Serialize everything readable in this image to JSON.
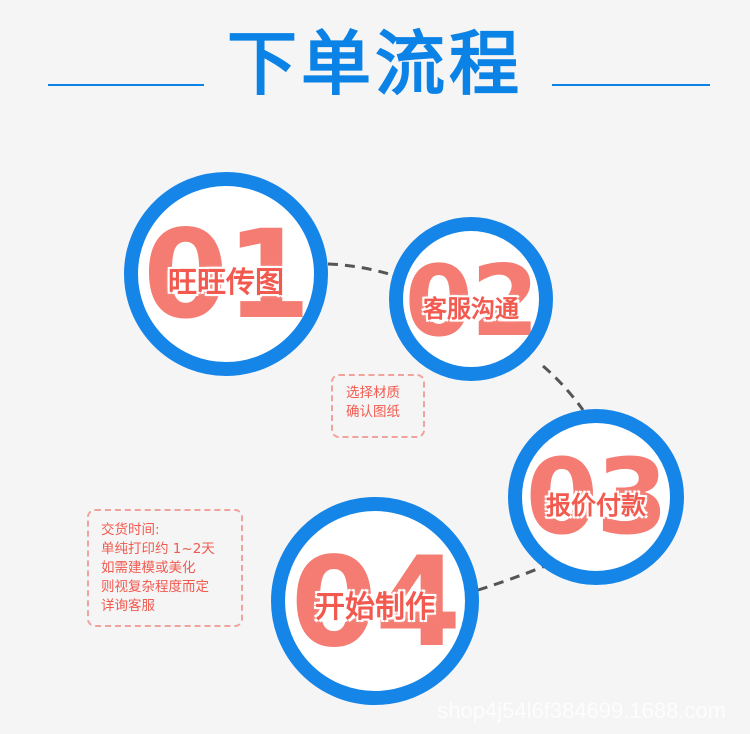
{
  "title": "下单流程",
  "steps": [
    {
      "number": "01",
      "label": "旺旺传图"
    },
    {
      "number": "02",
      "label": "客服沟通"
    },
    {
      "number": "03",
      "label": "报价付款"
    },
    {
      "number": "04",
      "label": "开始制作"
    }
  ],
  "note_material": {
    "lines": [
      "选择材质",
      "确认图纸"
    ]
  },
  "note_delivery": {
    "lines": [
      "交货时间:",
      "单纯打印约 1~2天",
      "如需建模或美化",
      "则视复杂程度而定",
      "详询客服"
    ]
  },
  "watermark": "shop4j54l6f384699.1688.com",
  "colors": {
    "title_blue": "#0b82e6",
    "ring_blue": "#1685e8",
    "number_coral": "#f47c72",
    "label_red": "#f25a50",
    "note_border": "#f0a39c"
  }
}
